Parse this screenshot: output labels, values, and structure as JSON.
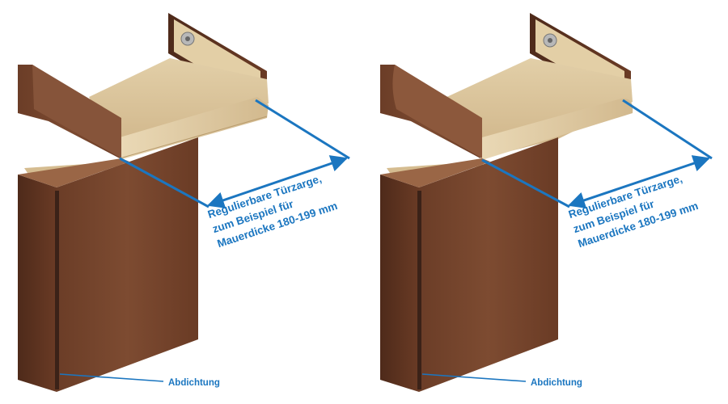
{
  "annotations": {
    "frame_label_lines": [
      "Regulierbare Türzarge,",
      "zum Beispiel für",
      "Mauerdicke 180-199 mm"
    ],
    "seal_label": "Abdichtung"
  },
  "colors": {
    "accent_blue": "#1b76c0",
    "wood_dark": "#5a3220",
    "wood_mid": "#7a4a30",
    "wood_light": "#8d5a3c",
    "mdf": "#d8c29a",
    "mdf_edge": "#c9ae80",
    "seal": "#3b2218"
  },
  "variants": [
    {
      "id": "left",
      "edge_profile": "square"
    },
    {
      "id": "right",
      "edge_profile": "rounded"
    }
  ]
}
